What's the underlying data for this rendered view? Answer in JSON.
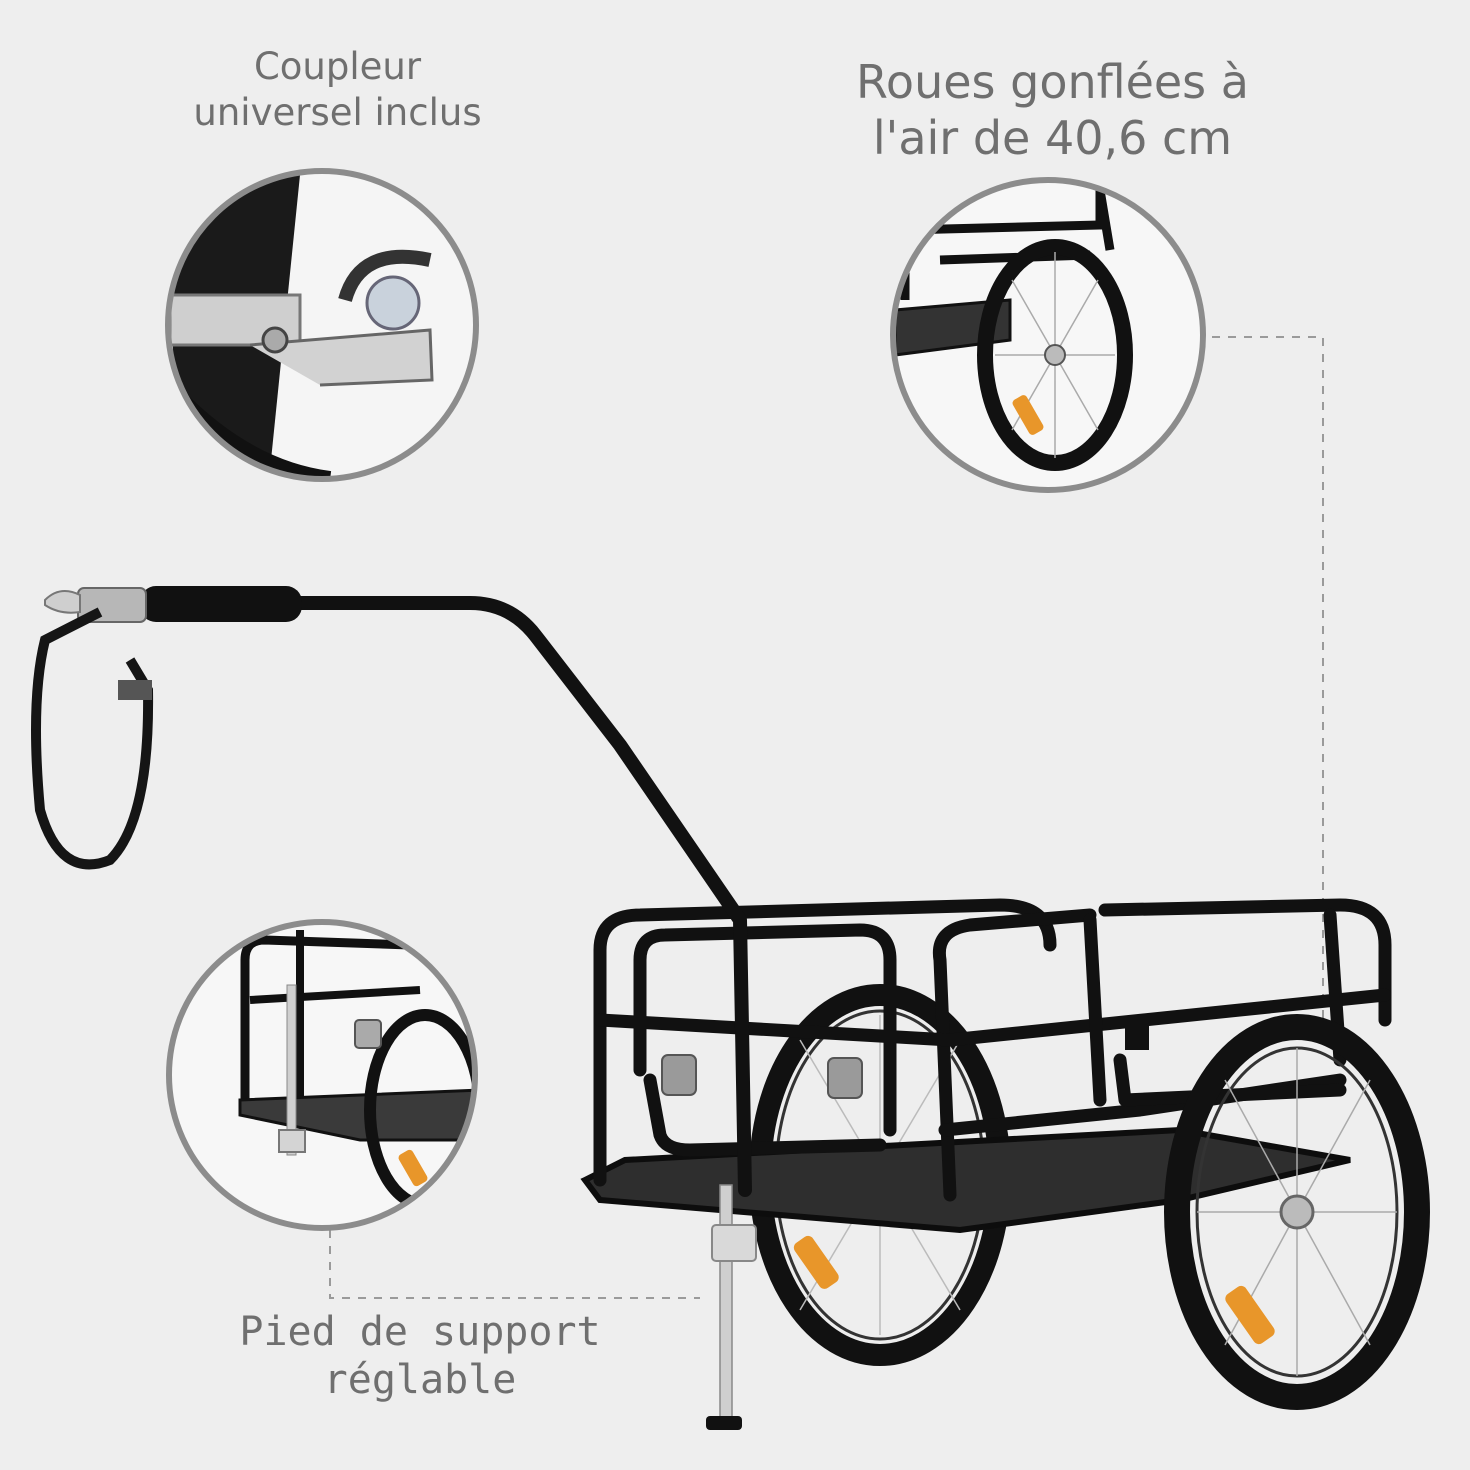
{
  "callouts": {
    "coupler": {
      "line1": "Coupleur",
      "line2": "universel inclus"
    },
    "wheels": {
      "line1": "Roues gonflées à",
      "line2": "l'air de 40,6 cm"
    },
    "stand": {
      "line1": "Pied de support",
      "line2": "réglable"
    }
  },
  "colors": {
    "background": "#eeeeee",
    "frame": "#111111",
    "label_text": "#6f6f6f",
    "circle_border": "#8c8c8c",
    "reflector": "#e8962a"
  }
}
